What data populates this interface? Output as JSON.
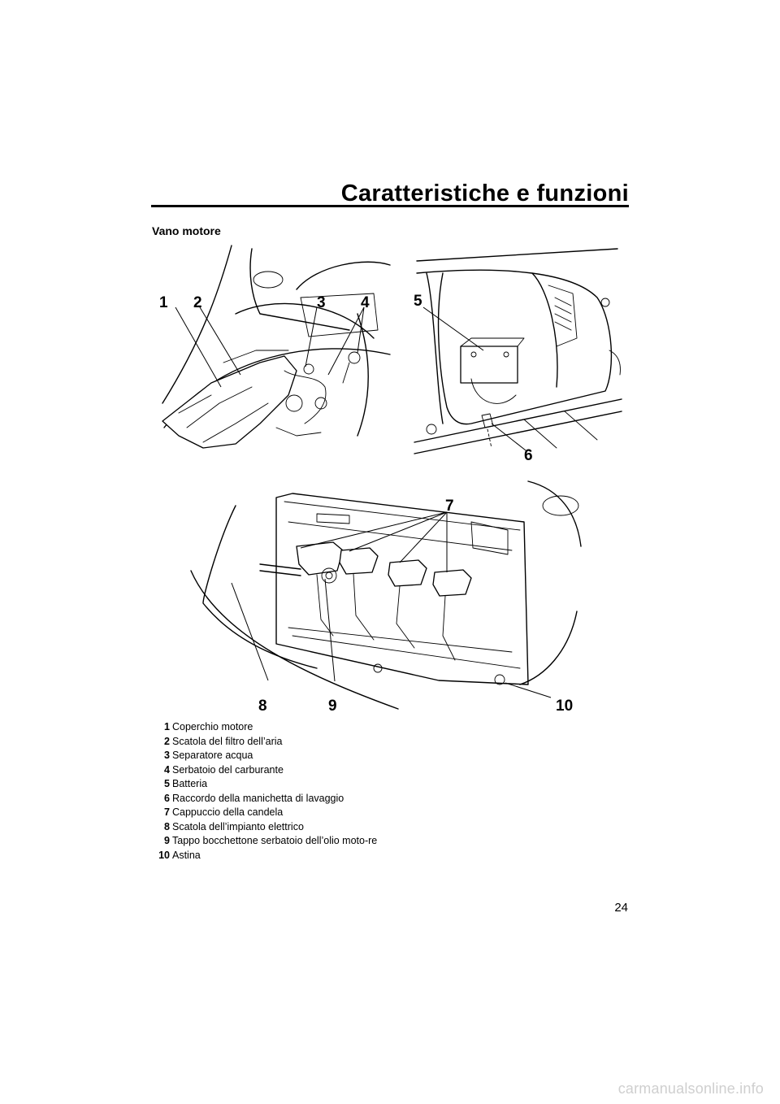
{
  "header": {
    "title": "Caratteristiche e funzioni"
  },
  "section": {
    "heading": "Vano motore"
  },
  "figures": {
    "top_left_callouts": [
      "1",
      "2",
      "3",
      "4"
    ],
    "top_right_callouts": [
      "5",
      "6"
    ],
    "bottom_callouts": [
      "7",
      "8",
      "9",
      "10"
    ]
  },
  "legend": [
    {
      "num": "1",
      "text": "Coperchio motore"
    },
    {
      "num": "2",
      "text": "Scatola del filtro dell’aria"
    },
    {
      "num": "3",
      "text": "Separatore acqua"
    },
    {
      "num": "4",
      "text": "Serbatoio del carburante"
    },
    {
      "num": "5",
      "text": "Batteria"
    },
    {
      "num": "6",
      "text": "Raccordo della manichetta di lavaggio"
    },
    {
      "num": "7",
      "text": "Cappuccio della candela"
    },
    {
      "num": "8",
      "text": "Scatola dell’impianto elettrico"
    },
    {
      "num": "9",
      "text": "Tappo bocchettone serbatoio dell’olio moto-re"
    },
    {
      "num": "10",
      "text": "Astina"
    }
  ],
  "footer": {
    "page_number": "24",
    "watermark": "carmanualsonline.info"
  }
}
